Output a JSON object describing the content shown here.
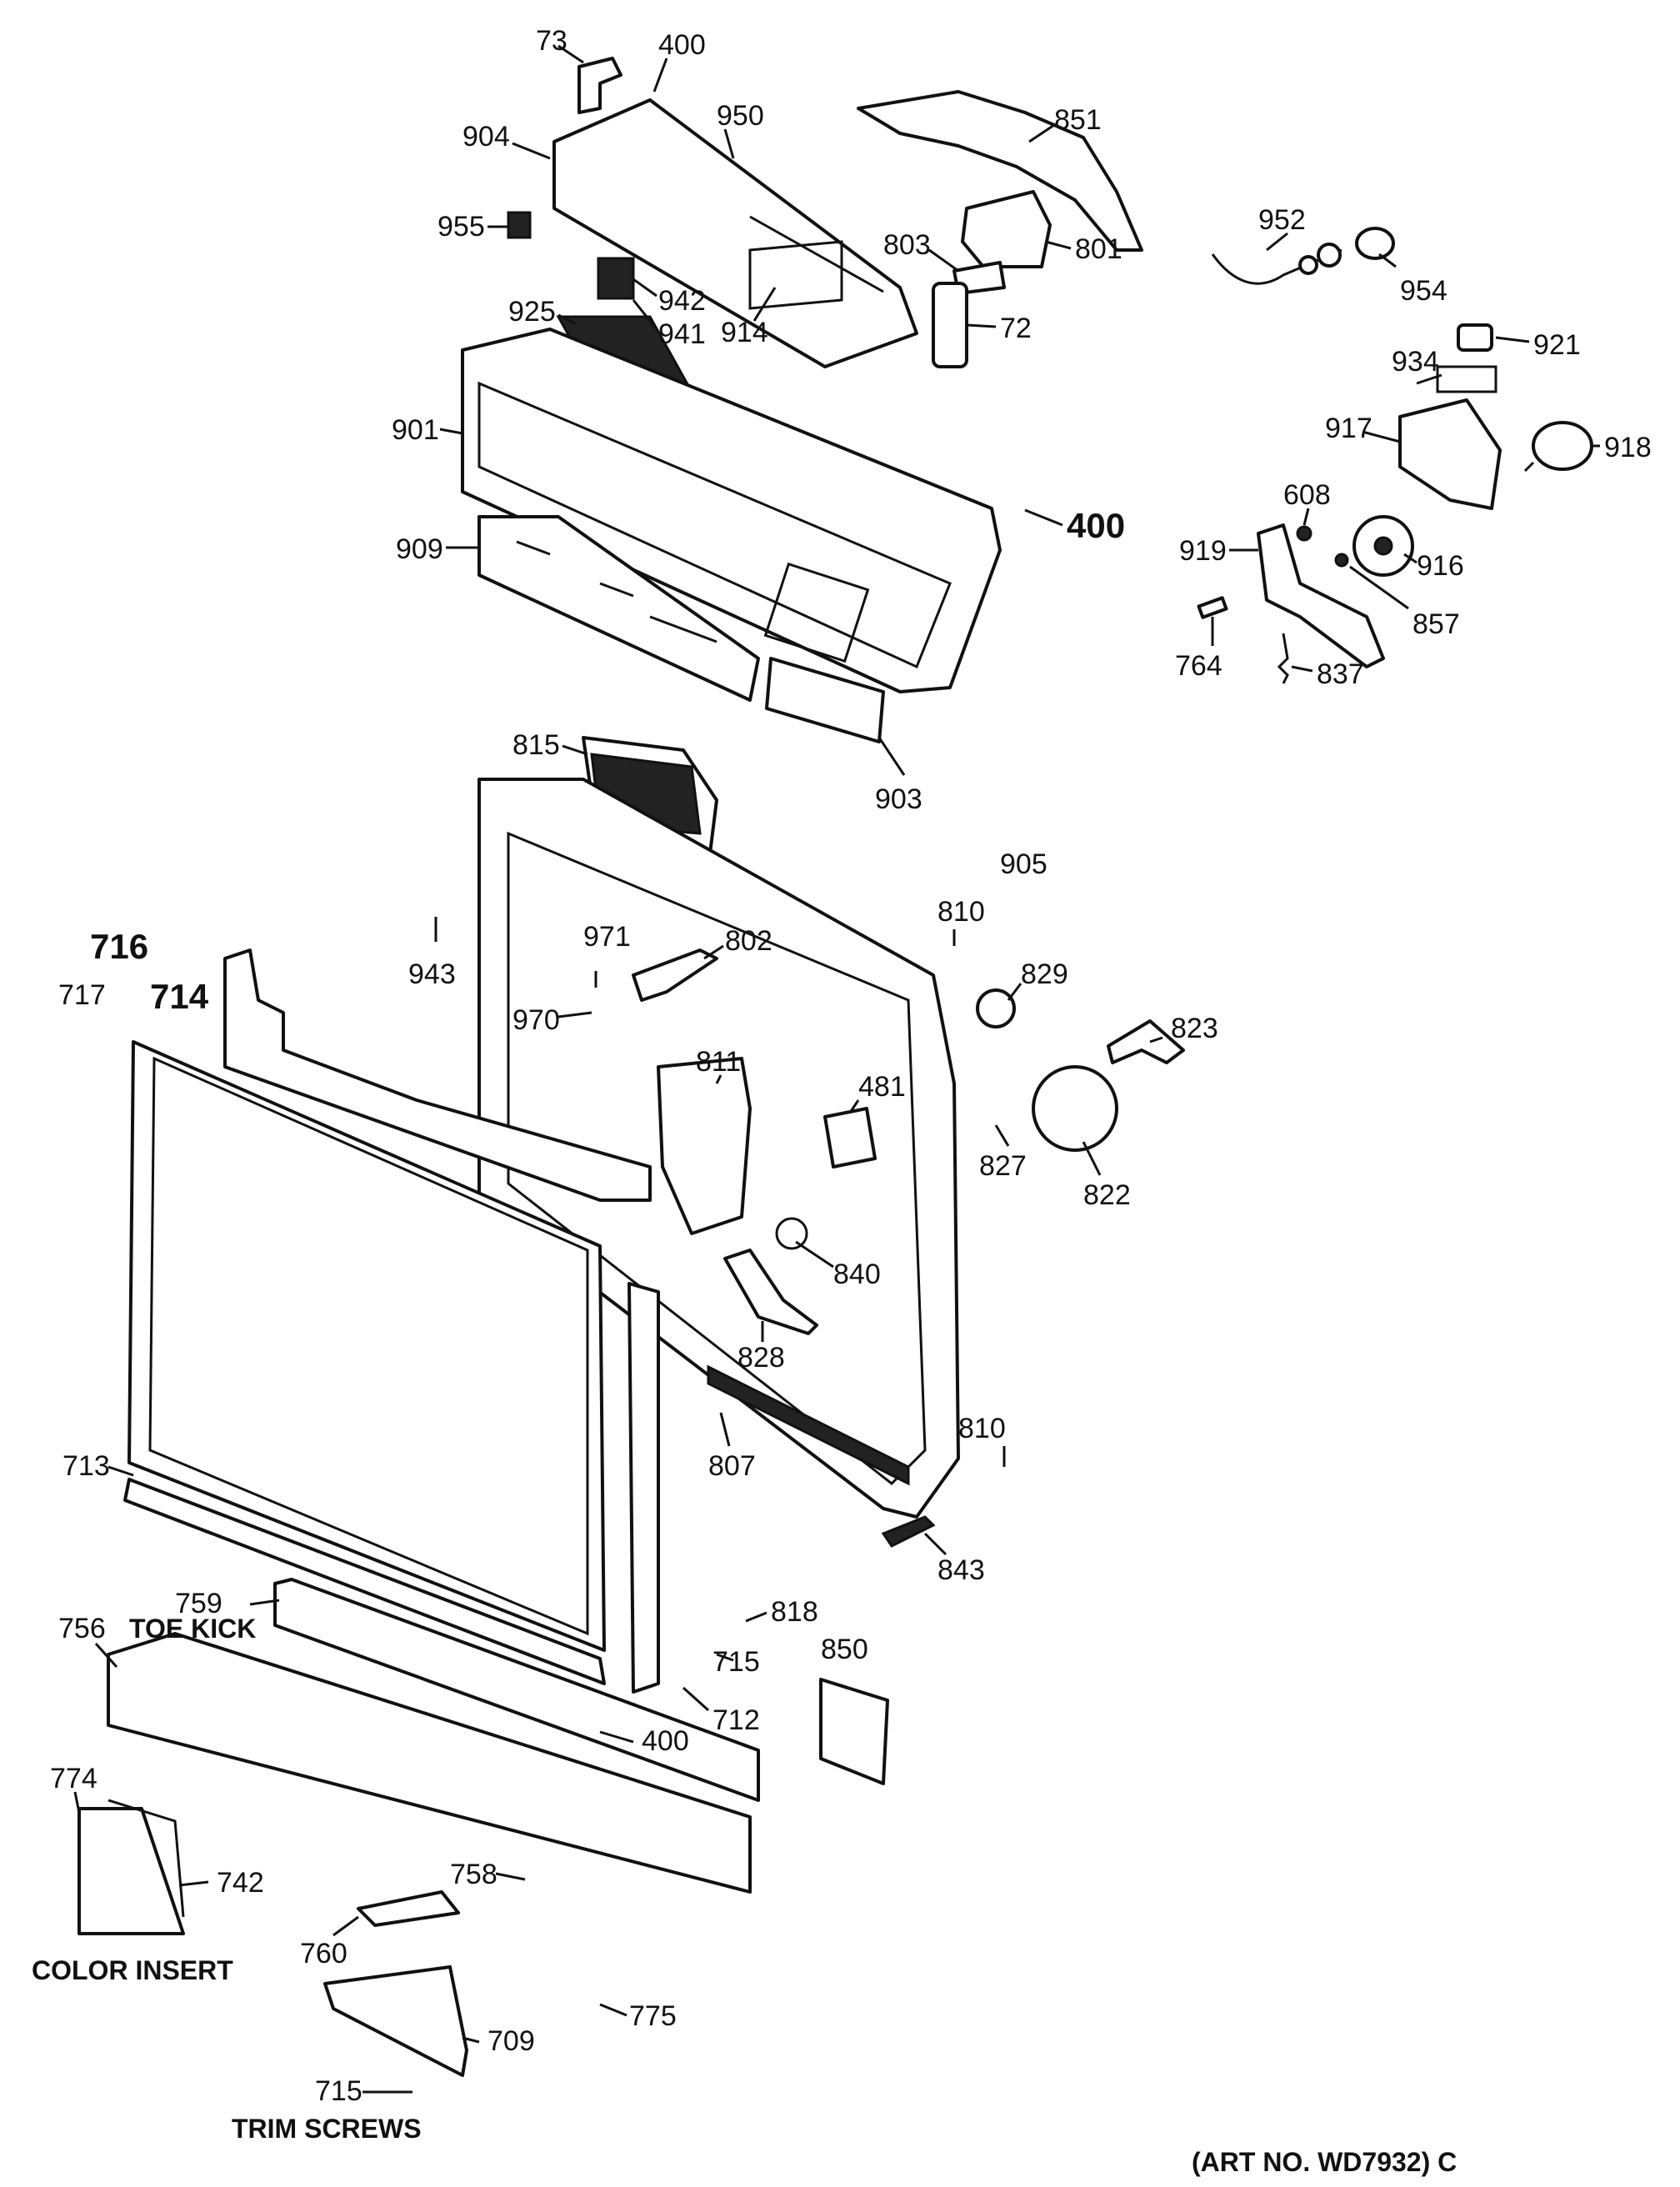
{
  "part_labels": [
    "73",
    "400",
    "950",
    "851",
    "904",
    "955",
    "803",
    "801",
    "952",
    "954",
    "942",
    "941",
    "914",
    "72",
    "925",
    "934",
    "921",
    "917",
    "918",
    "901",
    "400",
    "608",
    "909",
    "919",
    "916",
    "857",
    "764",
    "837",
    "815",
    "903",
    "905",
    "810",
    "943",
    "971",
    "802",
    "716",
    "717",
    "714",
    "970",
    "829",
    "823",
    "811",
    "481",
    "827",
    "822",
    "840",
    "828",
    "810",
    "807",
    "713",
    "843",
    "759",
    "818",
    "756",
    "850",
    "715",
    "712",
    "400",
    "774",
    "758",
    "742",
    "760",
    "775",
    "709",
    "715"
  ],
  "captions": {
    "toe_kick": "TOE KICK",
    "color_insert": "COLOR INSERT",
    "trim_screws": "TRIM SCREWS",
    "art_no": "(ART NO. WD7932) C"
  }
}
